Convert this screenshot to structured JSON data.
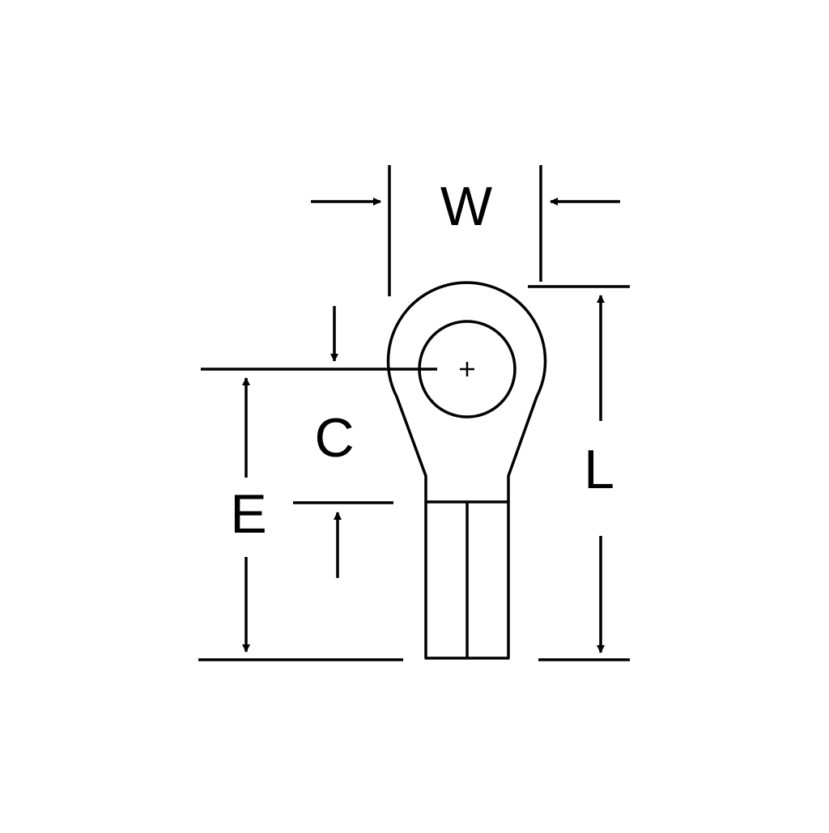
{
  "diagram": {
    "labels": {
      "width": "W",
      "length": "L",
      "center": "C",
      "end": "E"
    },
    "colors": {
      "line": "#000000",
      "background": "#ffffff"
    }
  }
}
